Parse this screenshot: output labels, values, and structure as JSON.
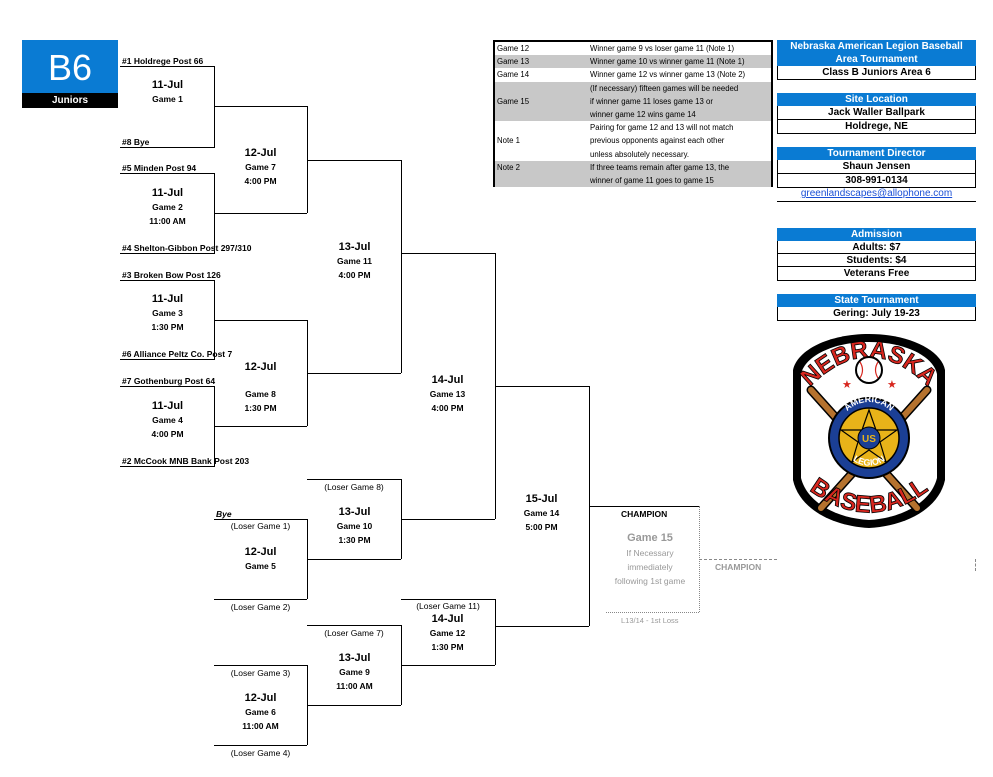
{
  "badge": {
    "code": "B6",
    "label": "Juniors"
  },
  "teams": {
    "t1": "#1  Holdrege Post 66",
    "t8": "#8 Bye",
    "t5": "#5  Minden Post 94",
    "t4": "#4  Shelton-Gibbon Post 297/310",
    "t3": "#3  Broken Bow Post 126",
    "t6": "#6  Alliance Peltz Co. Post 7",
    "t7": "#7  Gothenburg Post 64",
    "t2": "#2  McCook MNB Bank Post 203",
    "bye": "Bye"
  },
  "games": {
    "g1": {
      "date": "11-Jul",
      "game": "Game 1"
    },
    "g2": {
      "date": "11-Jul",
      "game": "Game 2",
      "time": "11:00 AM"
    },
    "g3": {
      "date": "11-Jul",
      "game": "Game 3",
      "time": "1:30 PM"
    },
    "g4": {
      "date": "11-Jul",
      "game": "Game 4",
      "time": "4:00 PM"
    },
    "g5": {
      "date": "12-Jul",
      "game": "Game 5"
    },
    "g6": {
      "date": "12-Jul",
      "game": "Game 6",
      "time": "11:00 AM"
    },
    "g7": {
      "date": "12-Jul",
      "game": "Game 7",
      "time": "4:00 PM"
    },
    "g8": {
      "date": "12-Jul",
      "game": "Game 8",
      "time": "1:30 PM"
    },
    "g9": {
      "date": "13-Jul",
      "game": "Game 9",
      "time": "11:00 AM"
    },
    "g10": {
      "date": "13-Jul",
      "game": "Game 10",
      "time": "1:30 PM"
    },
    "g11": {
      "date": "13-Jul",
      "game": "Game 11",
      "time": "4:00 PM"
    },
    "g12": {
      "date": "14-Jul",
      "game": "Game 12",
      "time": "1:30 PM"
    },
    "g13": {
      "date": "14-Jul",
      "game": "Game 13",
      "time": "4:00 PM"
    },
    "g14": {
      "date": "15-Jul",
      "game": "Game 14",
      "time": "5:00 PM"
    },
    "g15": {
      "game": "Game 15",
      "l1": "If Necessary",
      "l2": "immediately",
      "l3": "following 1st game"
    }
  },
  "losers": {
    "lg1": "(Loser Game 1)",
    "lg2": "(Loser Game 2)",
    "lg3": "(Loser Game 3)",
    "lg4": "(Loser Game 4)",
    "lg7": "(Loser Game 7)",
    "lg8": "(Loser Game 8)",
    "lg11": "(Loser Game 11)"
  },
  "champion": {
    "label1": "CHAMPION",
    "label2": "CHAMPION",
    "footnote": "L13/14 - 1st Loss"
  },
  "notes": [
    {
      "c1": "Game 12",
      "c2": "Winner game 9 vs loser game 11 (Note 1)",
      "shade": false
    },
    {
      "c1": "Game 13",
      "c2": "Winner game 10 vs winner game 11 (Note 1)",
      "shade": true
    },
    {
      "c1": "Game 14",
      "c2": "Winner game 12 vs winner game 13 (Note 2)",
      "shade": false
    },
    {
      "c1": "",
      "c2": "(If necessary) fifteen games will be needed",
      "shade": true
    },
    {
      "c1": "Game 15",
      "c2": "if winner game 11 loses game 13 or",
      "shade": true
    },
    {
      "c1": "",
      "c2": "winner game 12 wins game 14",
      "shade": true
    },
    {
      "c1": "",
      "c2": "Pairing for game 12 and 13 will not match",
      "shade": false
    },
    {
      "c1": "Note 1",
      "c2": "previous opponents against each other",
      "shade": false
    },
    {
      "c1": "",
      "c2": "unless absolutely necessary.",
      "shade": false
    },
    {
      "c1": "Note 2",
      "c2": "If three teams remain after game 13, the",
      "shade": true
    },
    {
      "c1": "",
      "c2": "winner of game 11 goes to game 15",
      "shade": true
    }
  ],
  "info": {
    "title1": "Nebraska American Legion Baseball",
    "title2": "Area Tournament",
    "subtitle": "Class B Juniors Area 6",
    "site_hdr": "Site Location",
    "site1": "Jack Waller Ballpark",
    "site2": "Holdrege, NE",
    "dir_hdr": "Tournament Director",
    "dir1": "Shaun Jensen",
    "dir2": "308-991-0134",
    "email": "greenlandscapes@allophone.com",
    "adm_hdr": "Admission",
    "adm1": "Adults: $7",
    "adm2": "Students: $4",
    "adm3": "Veterans Free",
    "state_hdr": "State Tournament",
    "state1": "Gering: July 19-23"
  },
  "logo": {
    "top": "NEBRASKA",
    "ring_top": "AMERICAN",
    "ring_bottom": "LEGION",
    "center": "US",
    "bottom": "BASEBALL"
  },
  "colors": {
    "accent": "#0a7bd3",
    "logo_red": "#d7261e",
    "logo_gold": "#e8b319",
    "logo_blue": "#1b3f95"
  }
}
